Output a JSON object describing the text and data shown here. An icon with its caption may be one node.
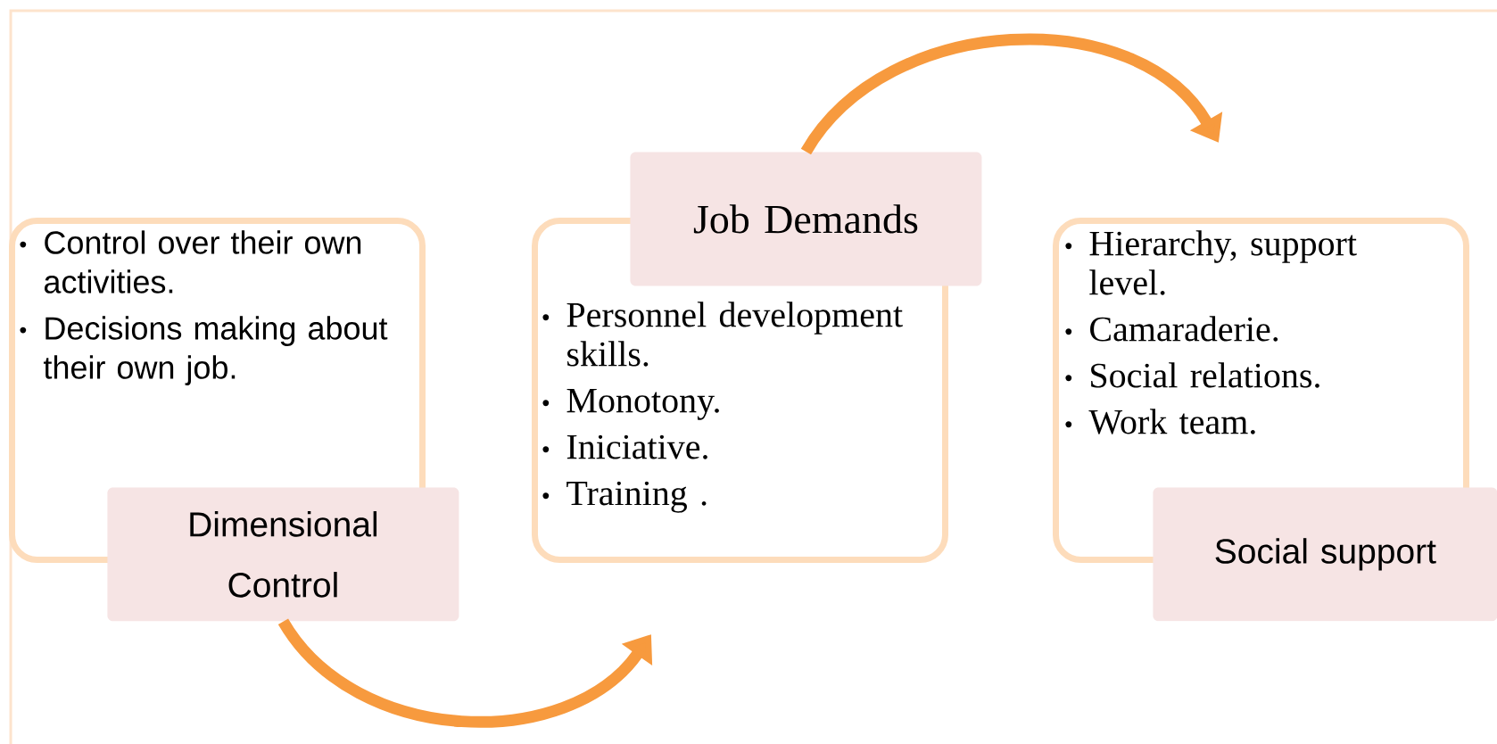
{
  "diagram": {
    "nodes": [
      {
        "text": [
          "Control over their own activities.",
          "Decisions making about their own job."
        ]
      },
      {
        "text": [
          "Dimensional Control"
        ]
      },
      {
        "text": [
          "Job Demands"
        ]
      },
      {
        "text": [
          "Personnel development skills.",
          "Monotony.",
          "Iniciative.",
          "Training ."
        ]
      },
      {
        "text": [
          "Hierarchy, support level.",
          "Camaraderie.",
          "Social relations.",
          "Work team."
        ]
      },
      {
        "text": [
          "Social support"
        ]
      }
    ],
    "edges": [
      {
        "from": 1,
        "to": 3,
        "arrow": "to"
      },
      {
        "from": 2,
        "to": 4,
        "arrow": "to"
      }
    ]
  }
}
